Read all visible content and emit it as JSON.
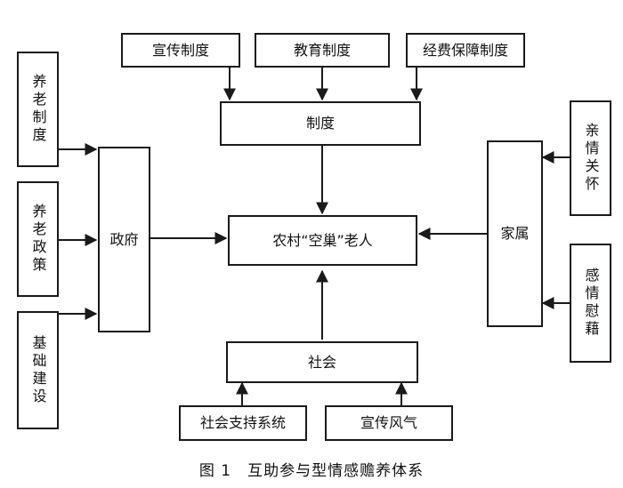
{
  "diagram": {
    "top_inputs": [
      "宣传制度",
      "教育制度",
      "经费保障制度"
    ],
    "zhidu": "制度",
    "center": "农村“空巢”老人",
    "zhengfu": "政府",
    "left_inputs": [
      "养老制度",
      "养老政策",
      "基础建设"
    ],
    "jiashu": "家属",
    "right_inputs": [
      "亲情关怀",
      "感情慰藉"
    ],
    "shehui": "社会",
    "bottom_inputs": [
      "社会支持系统",
      "宣传风气"
    ]
  },
  "caption": {
    "figure_number": "图 1",
    "title": "互助参与型情感赡养体系"
  }
}
